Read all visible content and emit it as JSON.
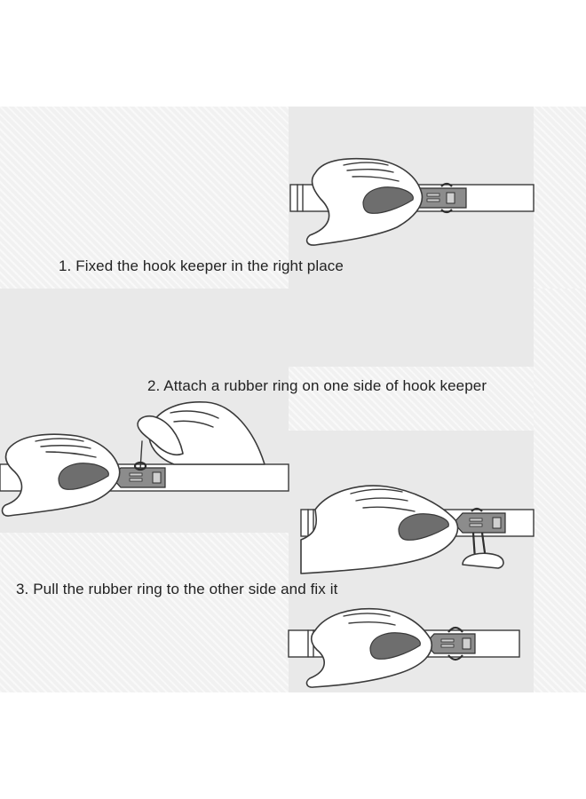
{
  "steps": [
    {
      "number": "1.",
      "text": "Fixed the hook keeper in the right place"
    },
    {
      "number": "2.",
      "text": "Attach a rubber ring on one side of hook keeper"
    },
    {
      "number": "3.",
      "text": "Pull the rubber ring to the other side and fix it"
    }
  ],
  "colors": {
    "panel_light": "#f1f1f1",
    "panel_solid": "#e9e9e9",
    "nail": "#6e6e6e",
    "keeper": "#8c8c8c",
    "outline": "#3a3a3a",
    "text": "#222222"
  },
  "icons": [
    "hand-icon",
    "curtain-rod-icon",
    "hook-keeper-icon",
    "rubber-ring-icon"
  ]
}
